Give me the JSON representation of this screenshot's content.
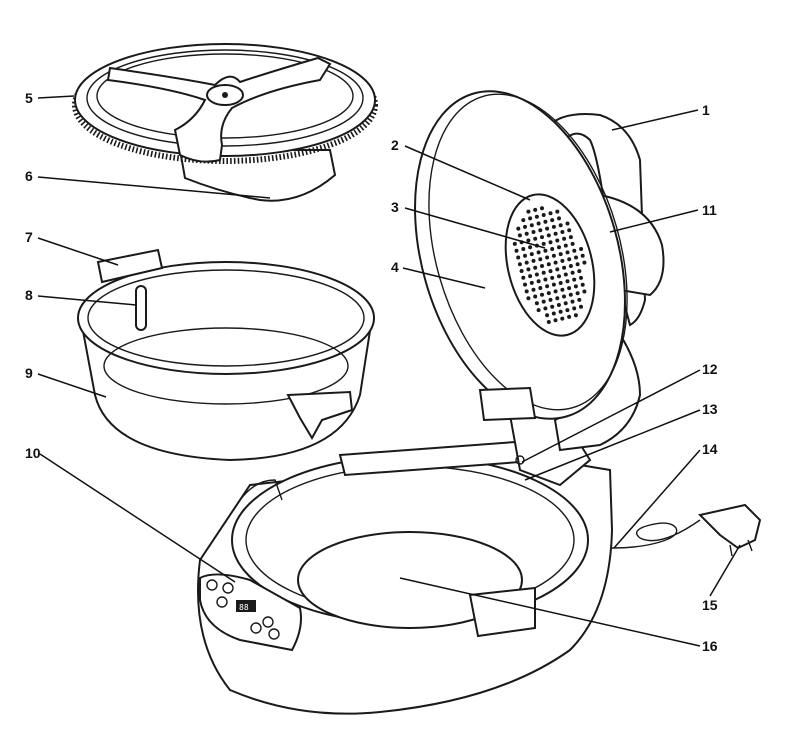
{
  "callouts": [
    "1",
    "2",
    "3",
    "4",
    "5",
    "6",
    "7",
    "8",
    "9",
    "10",
    "11",
    "12",
    "13",
    "14",
    "15",
    "16"
  ],
  "panel": {
    "display_text": "88"
  },
  "colors": {
    "line": "#1a1a1a",
    "background": "#ffffff"
  },
  "icons": [
    "paddle-icon",
    "filter-grid-icon",
    "power-plug-icon",
    "control-button-icon"
  ]
}
